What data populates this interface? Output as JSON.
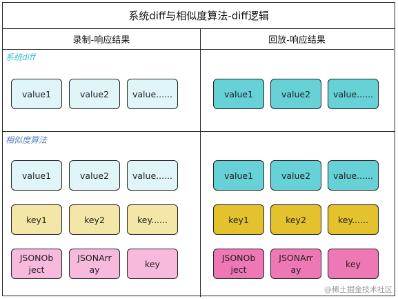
{
  "title": "系统diff与相似度算法-diff逻辑",
  "columns": {
    "left": "录制-响应结果",
    "right": "回放-响应结果"
  },
  "sections": {
    "system_diff": "系统diff",
    "similarity": "相似度算法"
  },
  "colors": {
    "label_system_diff": "#3ec0c9",
    "label_similarity": "#5b7fc4",
    "value_record": "#dff5f7",
    "value_replay": "#66d1d6",
    "key_record": "#f3e6a6",
    "key_replay": "#e3c22e",
    "json_record": "#f7b9dc",
    "json_replay": "#ee78b5"
  },
  "system_diff": {
    "record": [
      "value1",
      "value2",
      "value......"
    ],
    "replay": [
      "value1",
      "value2",
      "value......"
    ]
  },
  "similarity": {
    "record": {
      "values": [
        "value1",
        "value2",
        "value......"
      ],
      "keys": [
        "key1",
        "key2",
        "key......"
      ],
      "types": [
        "JSONOb\nject",
        "JSONArr\nay",
        "key"
      ]
    },
    "replay": {
      "values": [
        "value1",
        "value2",
        "value......"
      ],
      "keys": [
        "key1",
        "key2",
        "key......"
      ],
      "types": [
        "JSONOb\nject",
        "JSONArr\nay",
        "key"
      ]
    }
  },
  "watermark": "@稀土掘金技术社区"
}
